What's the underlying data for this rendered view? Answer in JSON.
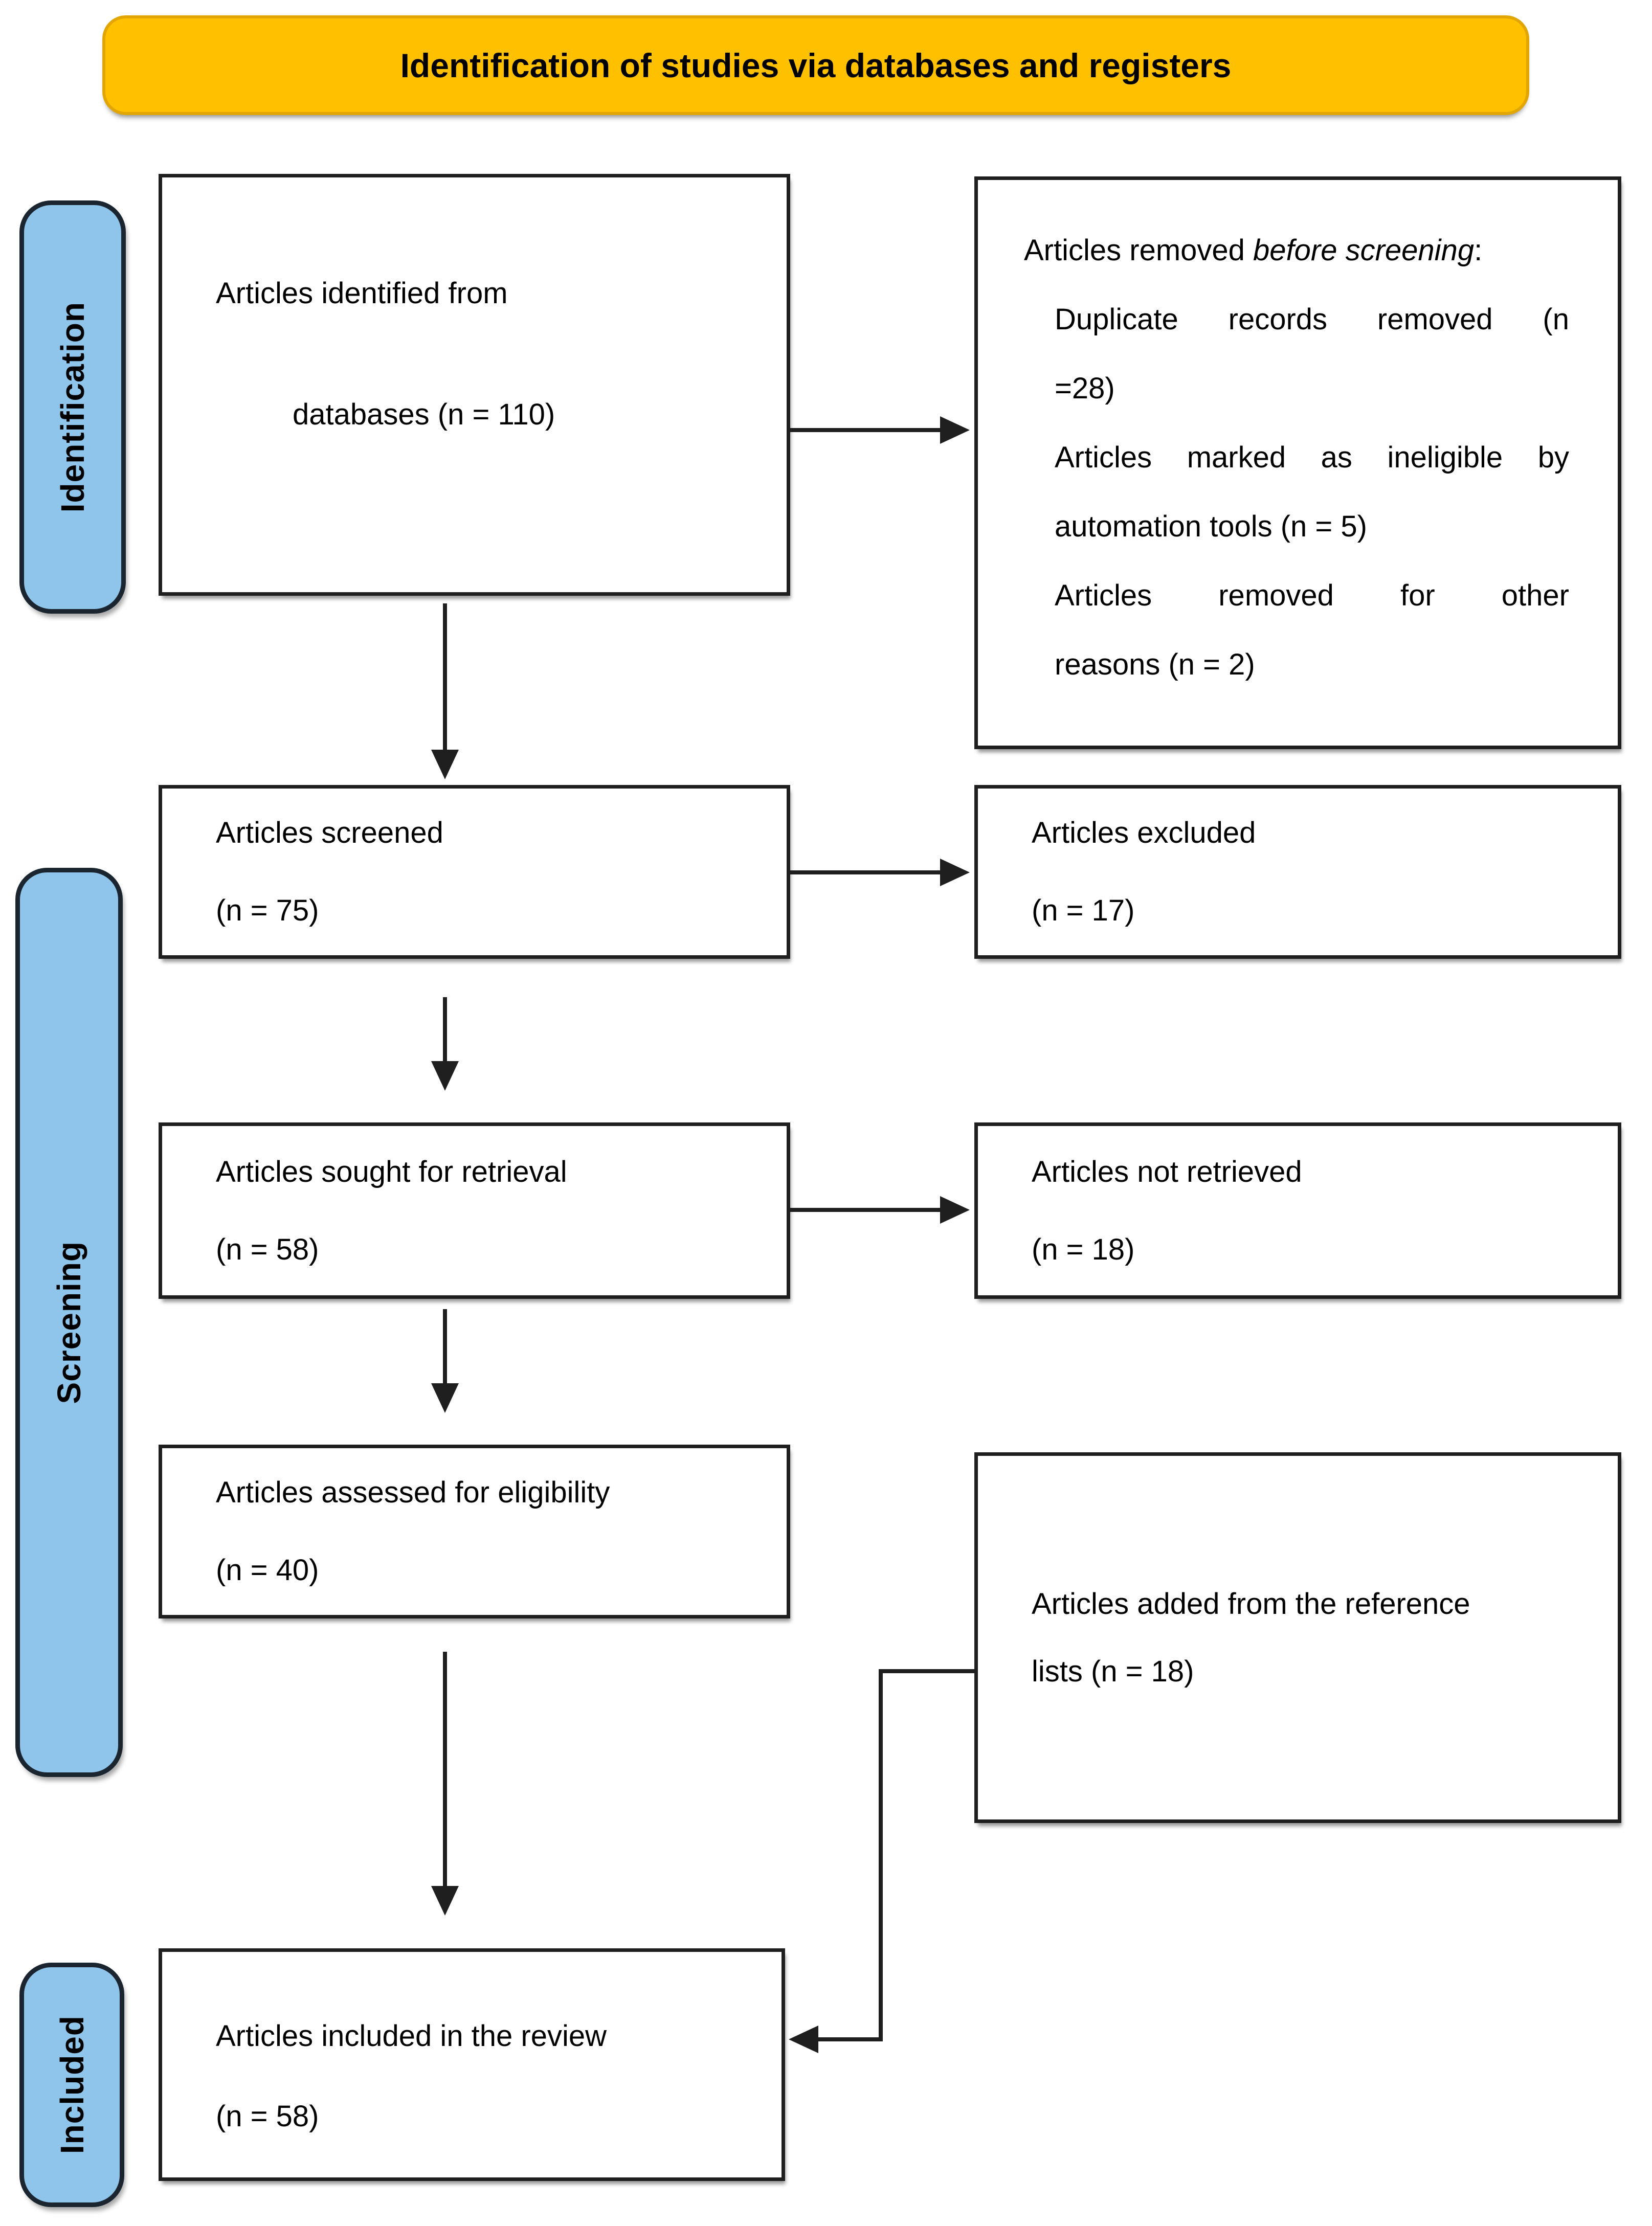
{
  "banner": {
    "title": "Identification of studies via databases and registers"
  },
  "sidebar": {
    "stages": [
      {
        "label": "Identification"
      },
      {
        "label": "Screening"
      },
      {
        "label": "Included"
      }
    ]
  },
  "boxes": {
    "identified": {
      "line1": "Articles identified from",
      "line2": "databases (n = 110)"
    },
    "removed": {
      "title_prefix": "Articles removed ",
      "title_italic": "before screening",
      "title_suffix": ":",
      "items": [
        {
          "l1": "Duplicate records removed (n",
          "l2": "=28)"
        },
        {
          "l1": "Articles marked as ineligible by",
          "l2": "automation tools (n = 5)"
        },
        {
          "l1": "Articles removed for other",
          "l2": "reasons (n = 2)"
        }
      ]
    },
    "screened": {
      "line1": "Articles screened",
      "line2": "(n = 75)"
    },
    "excluded": {
      "line1": "Articles excluded",
      "line2": "(n = 17)"
    },
    "sought": {
      "line1": "Articles sought for retrieval",
      "line2": "(n = 58)"
    },
    "not_retrieved": {
      "line1": "Articles not retrieved",
      "line2": "(n = 18)"
    },
    "assessed": {
      "line1": "Articles assessed for eligibility",
      "line2": "(n = 40)"
    },
    "reference": {
      "line1": "Articles added from the reference",
      "line2": "lists (n = 18)"
    },
    "included": {
      "line1": "Articles included in the review",
      "line2": "(n = 58)"
    }
  },
  "colors": {
    "banner_fill": "#FFC000",
    "banner_border": "#E2A604",
    "sidebar_fill": "#8FC5EA",
    "line": "#1F1F1F"
  }
}
